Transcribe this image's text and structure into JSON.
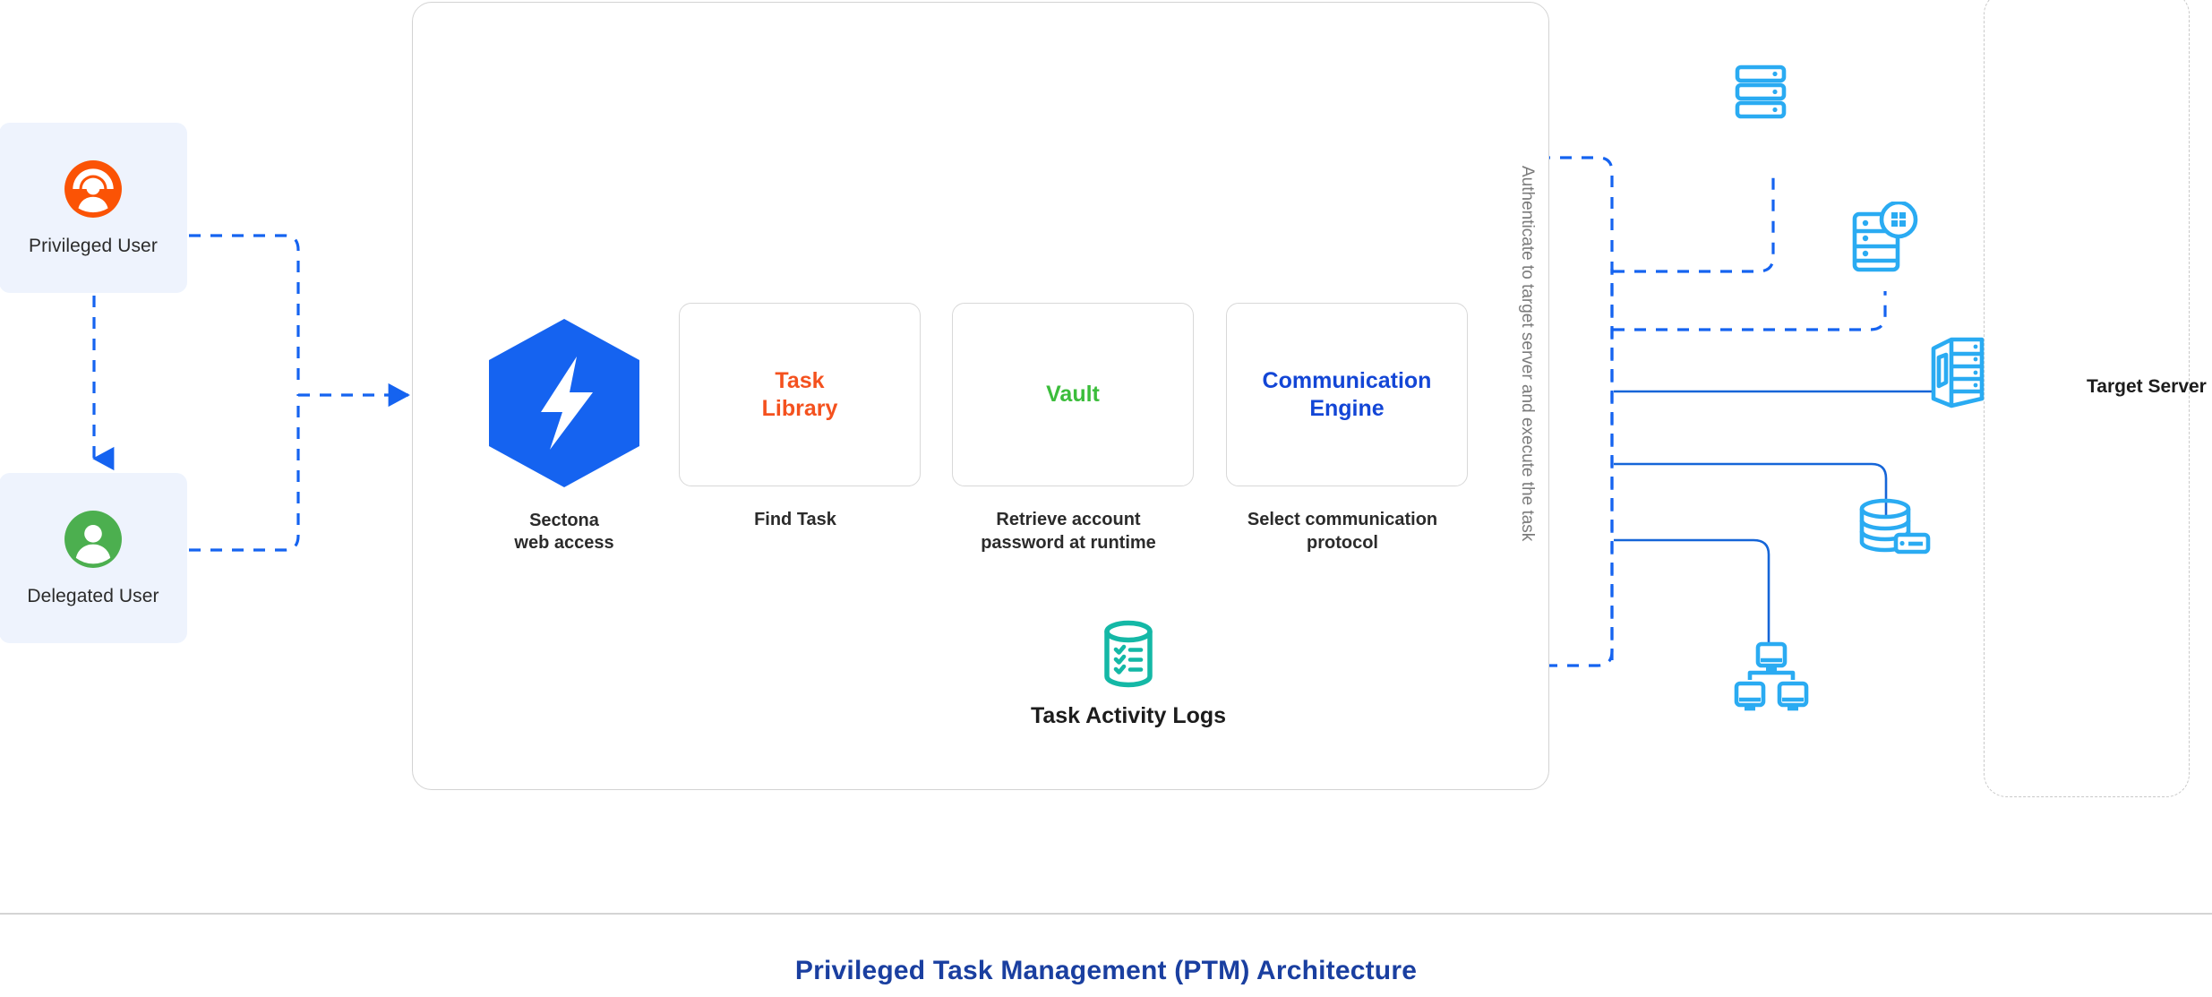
{
  "title": "Privileged Task Management (PTM) Architecture",
  "actors": [
    {
      "id": "privileged-user",
      "label": "Privileged User",
      "icon": "privileged-user-icon",
      "color": "#fb5305"
    },
    {
      "id": "delegated-user",
      "label": "Delegated User",
      "icon": "delegated-user-icon",
      "color": "#4caf4f"
    }
  ],
  "gateway": {
    "name": "Sectona",
    "caption_line1": "Sectona",
    "caption_line2": "web access",
    "icon": "sectona-hexagon-logo",
    "color": "#1563f0"
  },
  "process_boxes": [
    {
      "id": "task-library",
      "title_line1": "Task",
      "title_line2": "Library",
      "color": "#f4511e",
      "caption_line1": "Find Task",
      "caption_line2": ""
    },
    {
      "id": "vault",
      "title_line1": "Vault",
      "title_line2": "",
      "color": "#3bbd3b",
      "caption_line1": "Retrieve account",
      "caption_line2": "password at runtime"
    },
    {
      "id": "communication-engine",
      "title_line1": "Communication",
      "title_line2": "Engine",
      "color": "#1346d6",
      "caption_line1": "Select communication",
      "caption_line2": "protocol"
    }
  ],
  "activity_logs": {
    "label": "Task Activity Logs",
    "icon": "database-checklist-icon",
    "color": "#14b8a6"
  },
  "auth_rail": {
    "label": "Authenticate to target server and execute the task",
    "color": "#7b7b7b"
  },
  "target_group": {
    "label": "Target Server",
    "boundary": "dashed",
    "devices": [
      {
        "id": "rack-server",
        "icon": "server-rack-icon",
        "color": "#2aabf2"
      },
      {
        "id": "windows-server",
        "icon": "windows-server-icon",
        "color": "#2aabf2"
      },
      {
        "id": "tower-server",
        "icon": "tower-server-icon",
        "color": "#2aabf2"
      },
      {
        "id": "database-server",
        "icon": "database-server-icon",
        "color": "#2aabf2"
      },
      {
        "id": "network-hosts",
        "icon": "network-topology-icon",
        "color": "#2aabf2"
      }
    ]
  },
  "colors": {
    "flow_dashed": "#1563f0",
    "flow_solid": "#1565d8",
    "container_border": "#d3d3d3",
    "card_bg": "#eef3fd",
    "title": "#1a3fa0"
  }
}
